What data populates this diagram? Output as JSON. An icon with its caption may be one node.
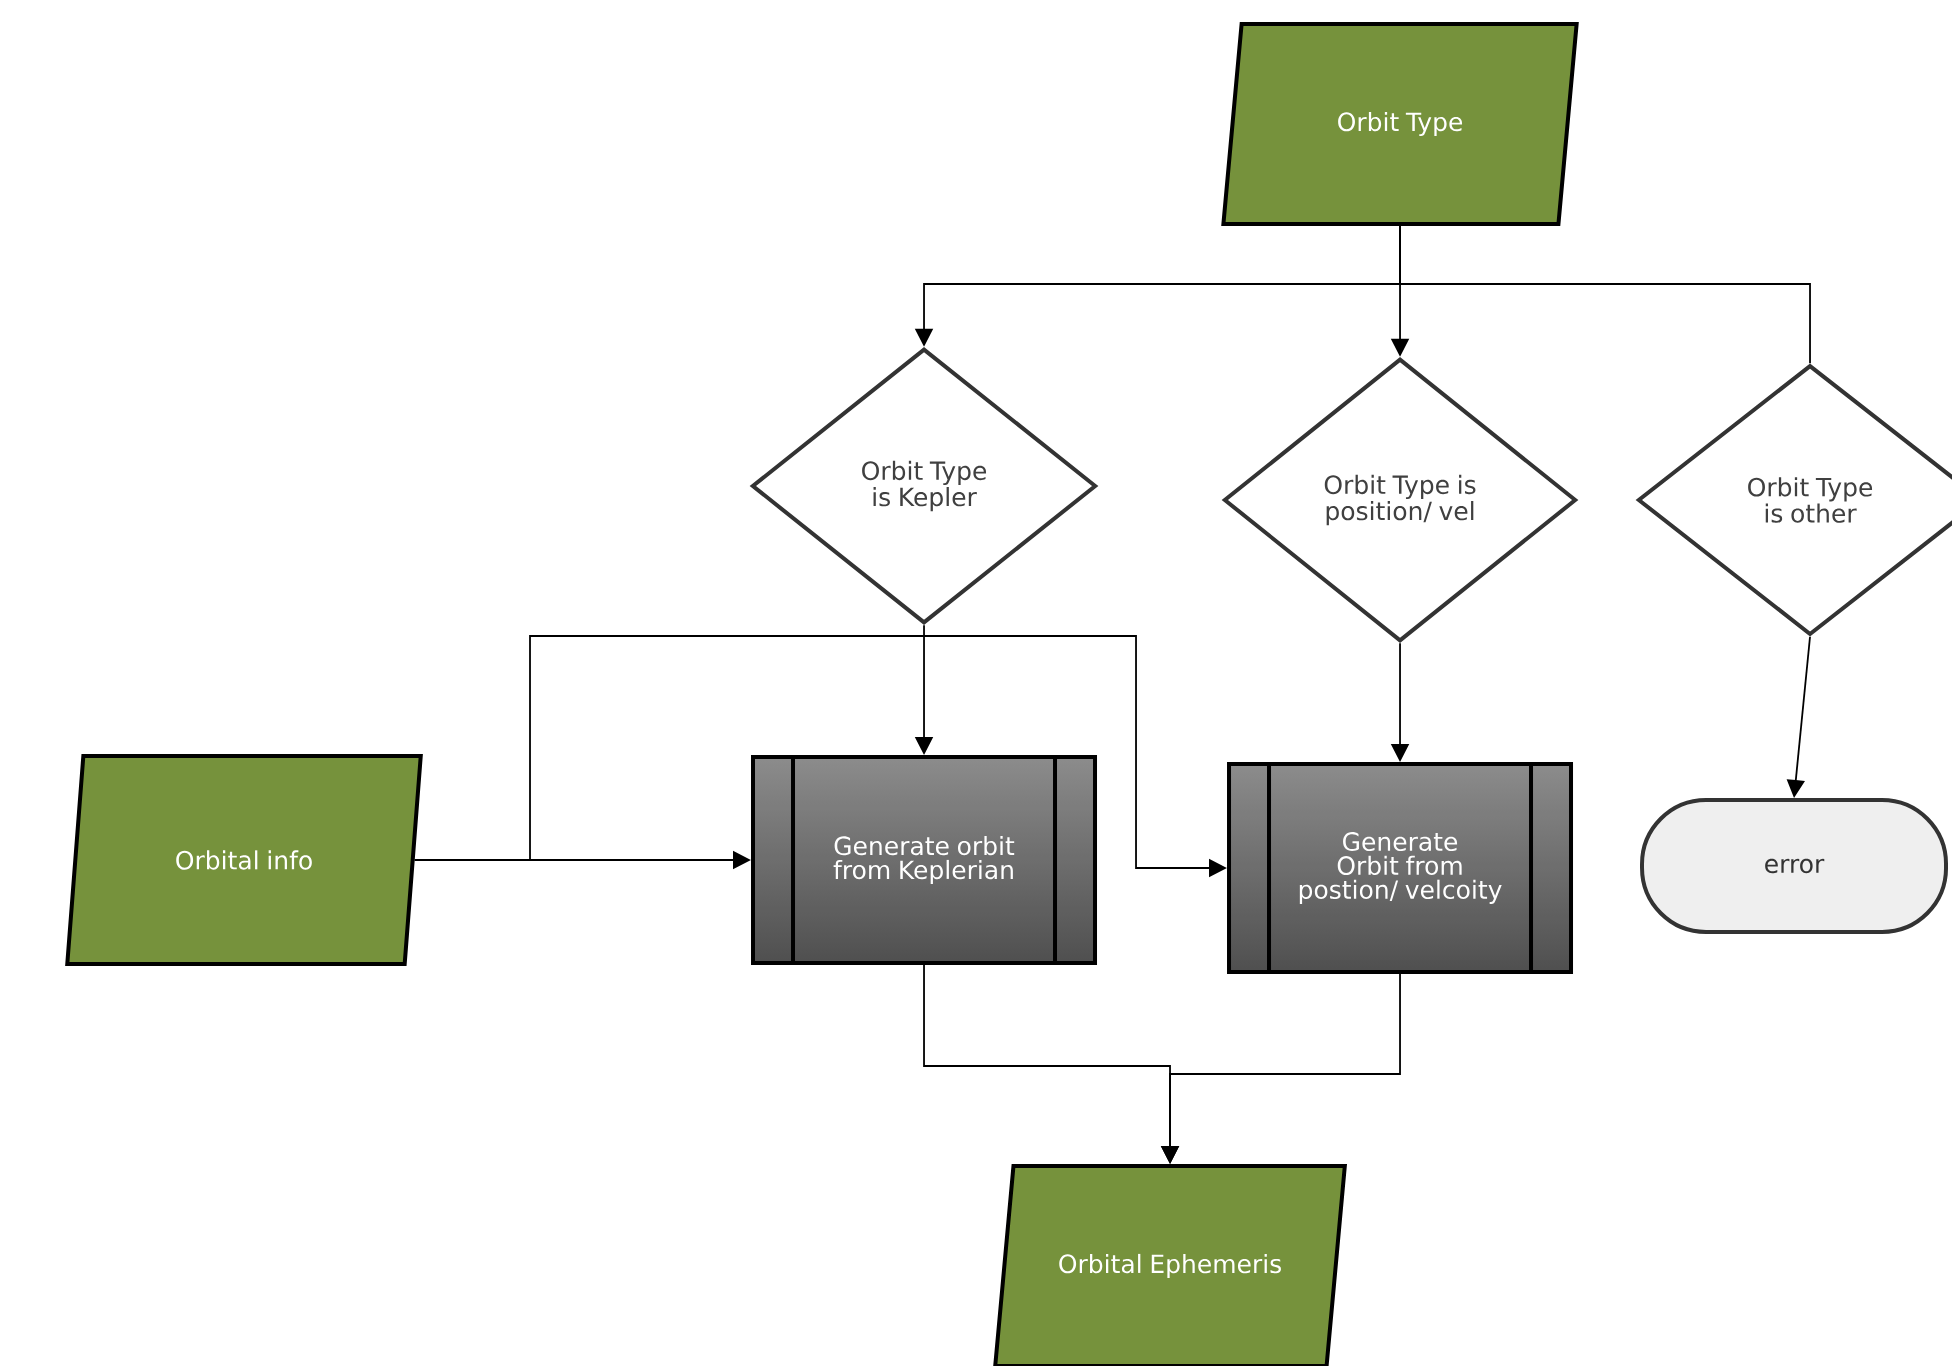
{
  "diagram": {
    "nodes": [
      {
        "text": [
          "Orbit Type"
        ]
      },
      {
        "text": [
          "Orbit Type is Kepler"
        ]
      },
      {
        "text": [
          "Orbit Type is position/ vel"
        ]
      },
      {
        "text": [
          "Orbit Type is other"
        ]
      },
      {
        "text": [
          "Orbital info"
        ]
      },
      {
        "text": [
          "Generate orbit from Keplerian"
        ]
      },
      {
        "text": [
          "Generate Orbit from postion/ velcoity"
        ]
      },
      {
        "text": [
          "error"
        ]
      },
      {
        "text": [
          "Orbital Ephemeris"
        ]
      }
    ],
    "edges": [
      {
        "from": 0,
        "to": 1,
        "arrow": "to"
      },
      {
        "from": 0,
        "to": 2,
        "arrow": "to"
      },
      {
        "from": 0,
        "to": 3,
        "arrow": "none"
      },
      {
        "from": 1,
        "to": 5,
        "arrow": "to"
      },
      {
        "from": 2,
        "to": 6,
        "arrow": "to"
      },
      {
        "from": 3,
        "to": 7,
        "arrow": "to"
      },
      {
        "from": 4,
        "to": 5,
        "arrow": "to"
      },
      {
        "from": 4,
        "to": 6,
        "arrow": "to"
      },
      {
        "from": 5,
        "to": 8,
        "arrow": "to"
      },
      {
        "from": 6,
        "to": 8,
        "arrow": "to"
      }
    ]
  }
}
